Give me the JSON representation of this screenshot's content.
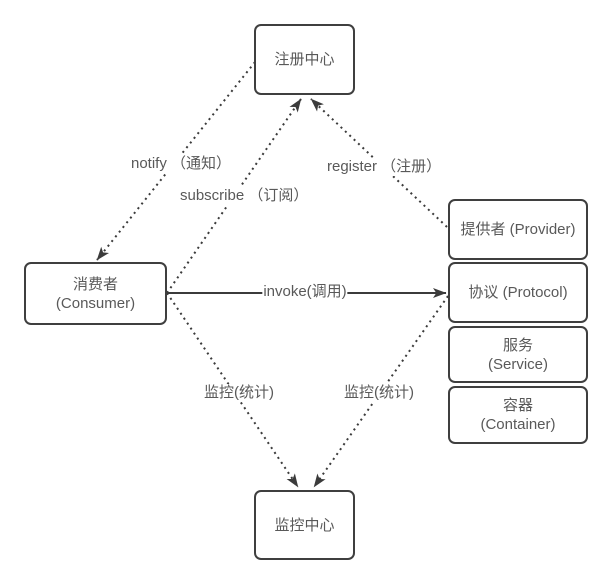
{
  "colors": {
    "line": "#3b3b3b",
    "node_border": "#3f3f3f",
    "text": "#595959",
    "background": "#ffffff"
  },
  "nodes": {
    "registry": {
      "label": "注册中心"
    },
    "consumer": {
      "line1": "消费者",
      "line2": "(Consumer)"
    },
    "provider": {
      "label": "提供者 (Provider)"
    },
    "protocol": {
      "label": "协议 (Protocol)"
    },
    "service": {
      "line1": "服务",
      "line2": "(Service)"
    },
    "container": {
      "line1": "容器",
      "line2": "(Container)"
    },
    "monitor": {
      "label": "监控中心"
    }
  },
  "edges": {
    "notify": {
      "label": "notify （通知）",
      "from": "registry",
      "to": "consumer",
      "style": "dotted"
    },
    "subscribe": {
      "label": "subscribe （订阅）",
      "from": "consumer",
      "to": "registry",
      "style": "dotted"
    },
    "register": {
      "label": "register （注册）",
      "from": "provider",
      "to": "registry",
      "style": "dotted"
    },
    "invoke": {
      "label": "invoke(调用)",
      "from": "consumer",
      "to": "protocol",
      "style": "solid"
    },
    "monitor_left": {
      "label": "监控(统计)",
      "from": "consumer",
      "to": "monitor",
      "style": "dotted"
    },
    "monitor_right": {
      "label": "监控(统计)",
      "from": "protocol",
      "to": "monitor",
      "style": "dotted"
    }
  }
}
